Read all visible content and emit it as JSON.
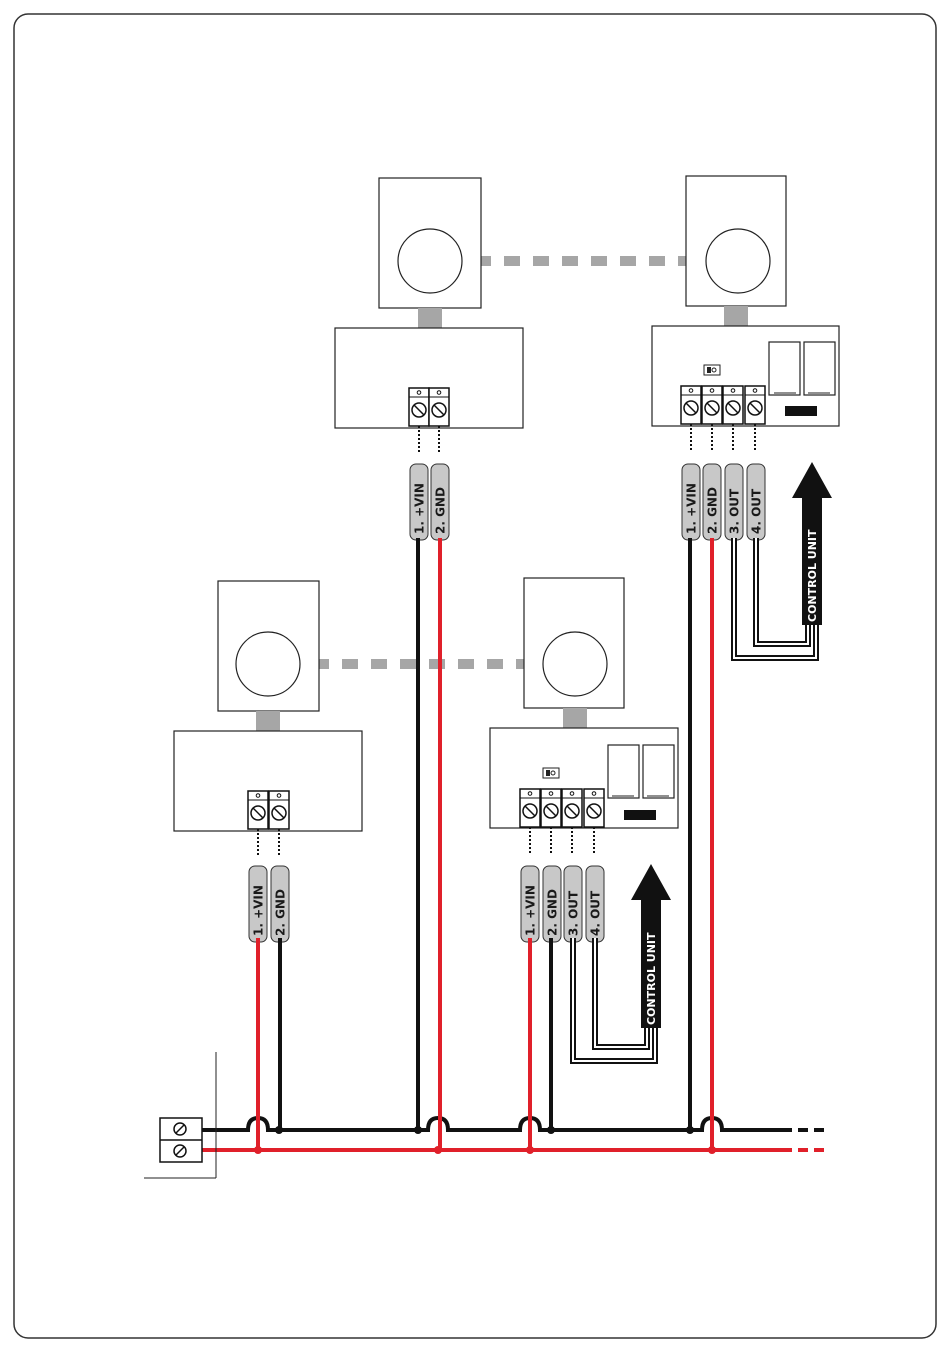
{
  "colors": {
    "border": "#333333",
    "wire_black": "#111111",
    "wire_red": "#e0202a",
    "beam_gray": "#a6a6a6",
    "terminal_fill": "#c8c8c8",
    "device_stroke": "#222222"
  },
  "receiver_top": {
    "pins": [
      "1.  +VIN",
      "2.  GND",
      "3.  OUT",
      "4.  OUT"
    ],
    "control_unit_label": "CONTROL UNIT"
  },
  "transmitter_top": {
    "pins": [
      "1.  +VIN",
      "2.  GND"
    ]
  },
  "receiver_bottom": {
    "pins": [
      "1.  +VIN",
      "2.  GND",
      "3.  OUT",
      "4.  OUT"
    ],
    "control_unit_label": "CONTROL UNIT"
  },
  "transmitter_bottom": {
    "pins": [
      "1.  +VIN",
      "2.  GND"
    ]
  },
  "icons": {
    "terminal": "screw-terminal-icon",
    "arrow": "up-arrow-icon",
    "dip": "dip-switch-icon"
  }
}
